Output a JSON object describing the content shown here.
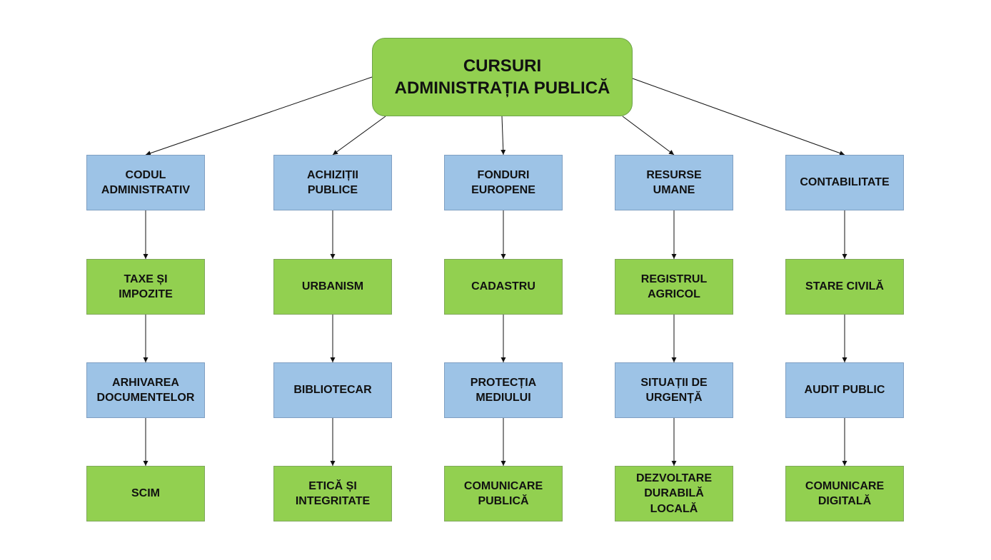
{
  "colors": {
    "green": "#92d050",
    "blue": "#9dc3e6",
    "line": "#111111"
  },
  "root": {
    "label": "CURSURI\nADMINISTRAȚIA PUBLICĂ",
    "color": "green"
  },
  "columns": [
    {
      "name": "codul-administrativ",
      "nodes": [
        {
          "label": "CODUL\nADMINISTRATIV",
          "color": "blue"
        },
        {
          "label": "TAXE ȘI\nIMPOZITE",
          "color": "green"
        },
        {
          "label": "ARHIVAREA\nDOCUMENTELOR",
          "color": "blue"
        },
        {
          "label": "SCIM",
          "color": "green"
        }
      ]
    },
    {
      "name": "achizitii-publice",
      "nodes": [
        {
          "label": "ACHIZIȚII\nPUBLICE",
          "color": "blue"
        },
        {
          "label": "URBANISM",
          "color": "green"
        },
        {
          "label": "BIBLIOTECAR",
          "color": "blue"
        },
        {
          "label": "ETICĂ ȘI\nINTEGRITATE",
          "color": "green"
        }
      ]
    },
    {
      "name": "fonduri-europene",
      "nodes": [
        {
          "label": "FONDURI\nEUROPENE",
          "color": "blue"
        },
        {
          "label": "CADASTRU",
          "color": "green"
        },
        {
          "label": "PROTECȚIA\nMEDIULUI",
          "color": "blue"
        },
        {
          "label": "COMUNICARE\nPUBLICĂ",
          "color": "green"
        }
      ]
    },
    {
      "name": "resurse-umane",
      "nodes": [
        {
          "label": "RESURSE\nUMANE",
          "color": "blue"
        },
        {
          "label": "REGISTRUL\nAGRICOL",
          "color": "green"
        },
        {
          "label": "SITUAȚII DE\nURGENȚĂ",
          "color": "blue"
        },
        {
          "label": "DEZVOLTARE\nDURABILĂ\nLOCALĂ",
          "color": "green"
        }
      ]
    },
    {
      "name": "contabilitate",
      "nodes": [
        {
          "label": "CONTABILITATE",
          "color": "blue"
        },
        {
          "label": "STARE CIVILĂ",
          "color": "green"
        },
        {
          "label": "AUDIT PUBLIC",
          "color": "blue"
        },
        {
          "label": "COMUNICARE\nDIGITALĂ",
          "color": "green"
        }
      ]
    }
  ]
}
